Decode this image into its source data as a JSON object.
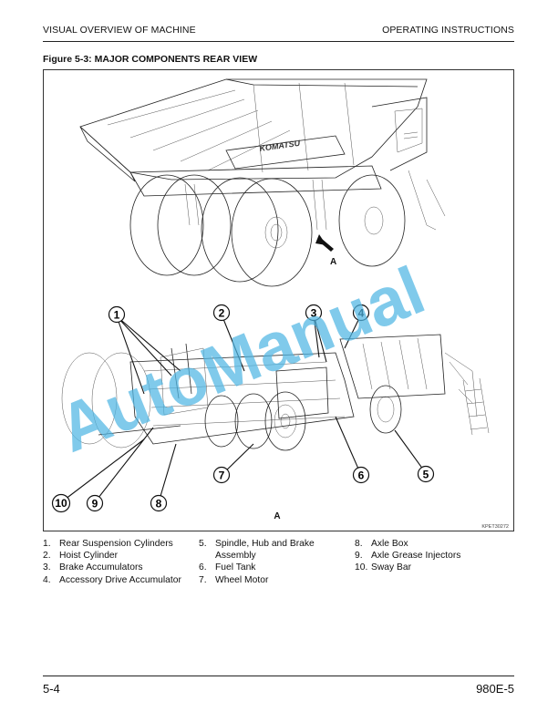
{
  "header": {
    "left": "VISUAL OVERVIEW OF MACHINE",
    "right": "OPERATING INSTRUCTIONS"
  },
  "figure": {
    "title": "Figure 5-3: MAJOR COMPONENTS REAR VIEW",
    "view_arrow_label": "A",
    "detail_label": "A",
    "figure_code": "KPET30272",
    "truck_brand": "KOMATSU",
    "watermark": "AutoManual",
    "callouts": [
      "1",
      "2",
      "3",
      "4",
      "5",
      "6",
      "7",
      "8",
      "9",
      "10"
    ]
  },
  "legend": {
    "col1": [
      {
        "num": "1.",
        "text": "Rear Suspension Cylinders"
      },
      {
        "num": "2.",
        "text": "Hoist Cylinder"
      },
      {
        "num": "3.",
        "text": "Brake Accumulators"
      },
      {
        "num": "4.",
        "text": "Accessory Drive Accumulator"
      }
    ],
    "col2": [
      {
        "num": "5.",
        "text": "Spindle, Hub and Brake Assembly"
      },
      {
        "num": "6.",
        "text": "Fuel Tank"
      },
      {
        "num": "7.",
        "text": "Wheel Motor"
      }
    ],
    "col3": [
      {
        "num": "8.",
        "text": "Axle Box"
      },
      {
        "num": "9.",
        "text": "Axle Grease Injectors"
      },
      {
        "num": "10.",
        "text": "Sway Bar"
      }
    ]
  },
  "footer": {
    "left": "5-4",
    "right": "980E-5"
  }
}
